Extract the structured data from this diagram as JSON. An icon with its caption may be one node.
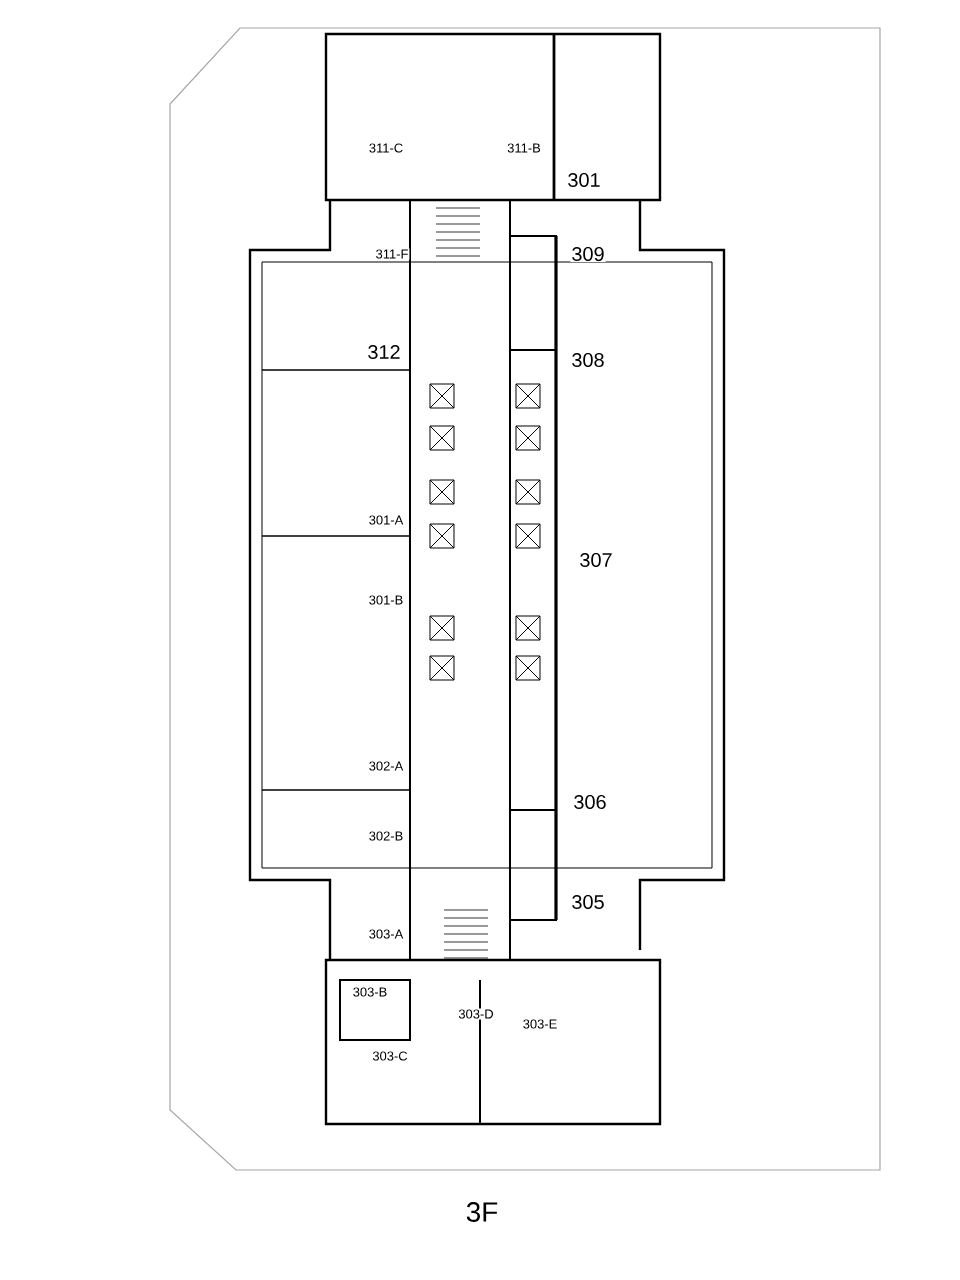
{
  "diagram": {
    "caption": "3F",
    "labels": [
      "311-C",
      "311-B",
      "301",
      "311-F",
      "309",
      "312",
      "308",
      "301-A",
      "307",
      "301-B",
      "302-A",
      "306",
      "302-B",
      "305",
      "303-A",
      "303-B",
      "303-D",
      "303-E",
      "303-C"
    ]
  }
}
